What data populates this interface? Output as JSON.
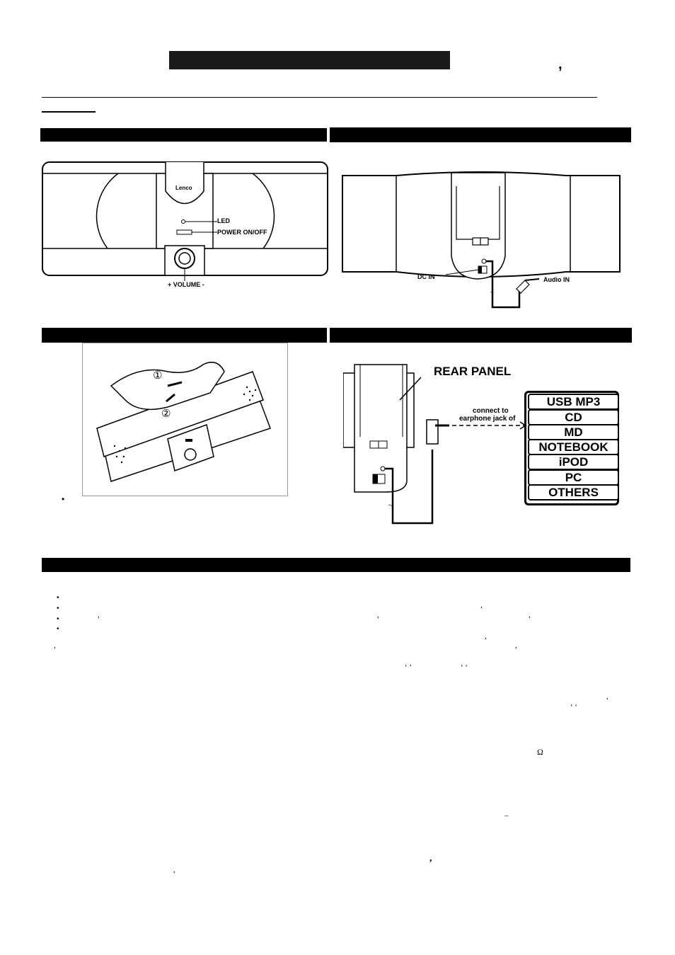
{
  "header": {
    "mark": ","
  },
  "figures": {
    "front": {
      "brand": "Lenco",
      "led": "LED",
      "power": "POWER ON/OFF",
      "volume": "+ VOLUME -"
    },
    "back": {
      "dc_in": "DC IN",
      "audio_in": "Audio IN"
    },
    "open": {
      "step1": "①",
      "step2": "②",
      "bullet": "•"
    },
    "rear": {
      "title": "REAR PANEL",
      "connect_line1": "connect to",
      "connect_line2": "earphone jack of",
      "sources": [
        "USB MP3",
        "CD",
        "MD",
        "NOTEBOOK",
        "iPOD",
        "PC",
        "OTHERS"
      ]
    }
  },
  "body_marks": {
    "bullet": "•",
    "comma": ",",
    "quote_pair": "‘ ’",
    "quote_open": "‘ ‘",
    "omega": "Ω",
    "dash": "_"
  }
}
